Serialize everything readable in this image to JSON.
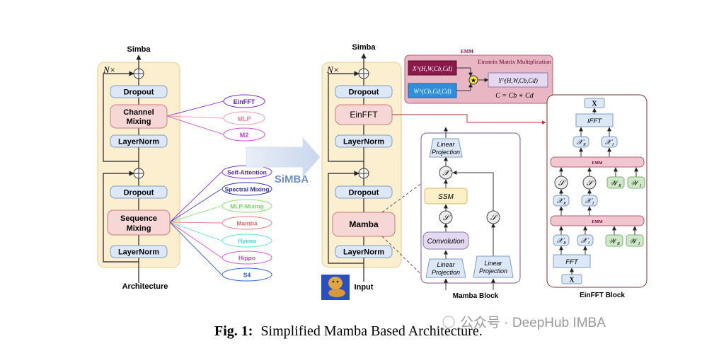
{
  "left": {
    "top_label": "Simba",
    "bottom_label": "Architecture",
    "repeat": "N×",
    "dropout1": "Dropout",
    "channel_mixing_1": "Channel",
    "channel_mixing_2": "Mixing",
    "layernorm1": "LayerNorm",
    "dropout2": "Dropout",
    "sequence_mixing_1": "Sequence",
    "sequence_mixing_2": "Mixing",
    "layernorm2": "LayerNorm",
    "channel_options": [
      "EinFFT",
      "MLP",
      "M2"
    ],
    "sequence_options": [
      "Self-Attention",
      "Spectral Mixing",
      "MLP-Mixing",
      "Mamba",
      "Hyena",
      "Hippo",
      "S4"
    ]
  },
  "arrow_label": "SiMBA",
  "middle": {
    "top_label": "Simba",
    "bottom_label": "Input",
    "repeat": "N×",
    "dropout1": "Dropout",
    "einfft": "EinFFT",
    "layernorm1": "LayerNorm",
    "dropout2": "Dropout",
    "mamba": "Mamba",
    "layernorm2": "LayerNorm"
  },
  "emm": {
    "tag": "EMM",
    "title": "Einstein Matrix Multiplication",
    "x_label": "X^(H,W,Cb,Cd)",
    "w_label": "W^(Cb,Cd,Cd)",
    "y_label": "Y^(H,W,Cb,Cd)",
    "equation": "C = Cb ∗ Cd",
    "op": "★"
  },
  "mamba_block": {
    "title": "Mamba Block",
    "linear_projection_top": [
      "Linear",
      "Projection"
    ],
    "x_symbol": "𝒳",
    "ssm": "SSM",
    "s_symbol": "𝒮",
    "convolution": "Convolution",
    "linear_projection_left": [
      "Linear",
      "Projection"
    ],
    "linear_projection_right": [
      "Linear",
      "Projection"
    ]
  },
  "einfft_block": {
    "title": "EinFFT Block",
    "x_top": "X",
    "ifft": "IFFT",
    "xr": "𝒳",
    "xi": "𝒳",
    "emm": "EMM",
    "s": "𝒮",
    "wr": "𝒲",
    "wi": "𝒲",
    "fft": "FFT",
    "x_bottom": "X",
    "sub_r": "R",
    "sub_i": "I"
  },
  "caption": {
    "fig": "Fig. 1:",
    "text": "Simplified Mamba Based Architecture."
  },
  "watermark": "公众号 · DeepHub IMBA",
  "colors": {
    "panel": "#fbefd0",
    "blue_box": "#dce7f7",
    "pink_box": "#f7d6d6",
    "emm_panel": "#e9b7c3",
    "purple_box": "#e4d9f0"
  }
}
